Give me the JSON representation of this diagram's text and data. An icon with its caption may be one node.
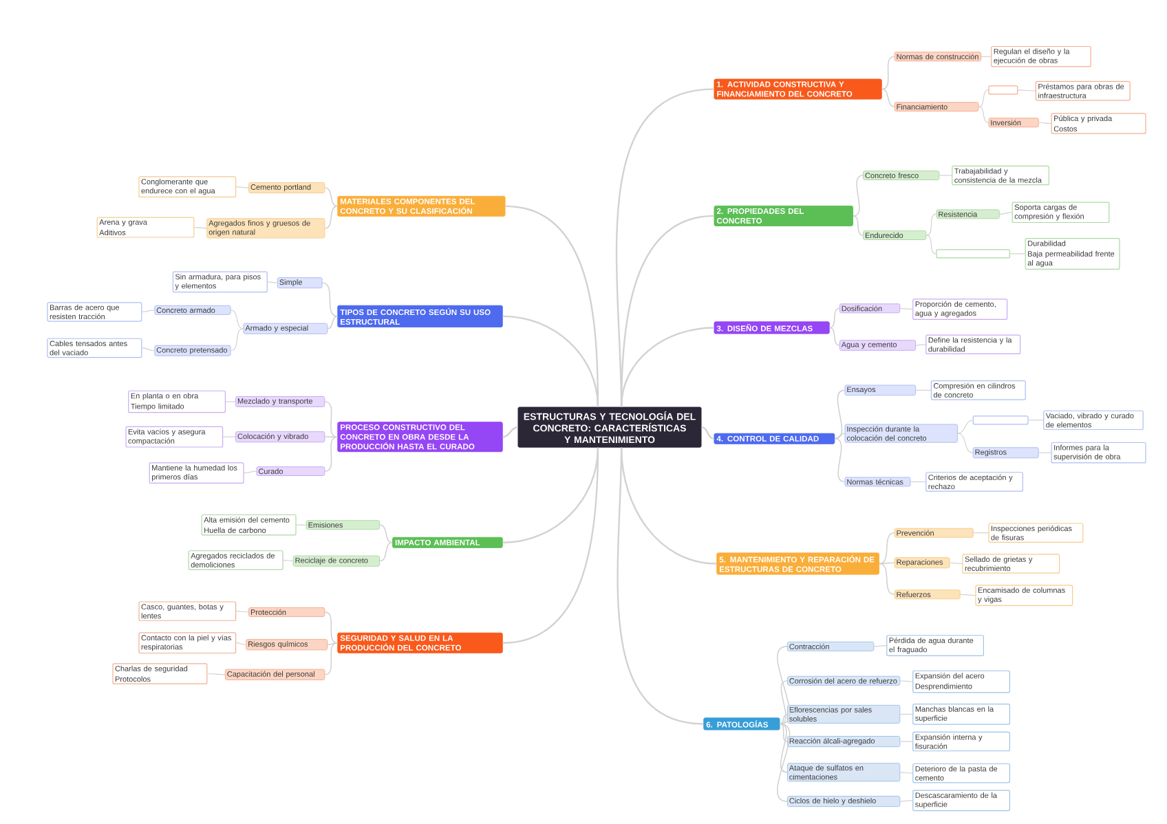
{
  "diagram": {
    "nodes": [
      {
        "text": [
          "ESTRUCTURAS Y TECNOLOGÍA DEL CONCRETO: CARACTERÍSTICAS Y MANTENIMIENTO"
        ]
      },
      {
        "text": [
          "1. ACTIVIDAD CONSTRUCTIVA Y FINANCIAMIENTO DEL CONCRETO"
        ]
      },
      {
        "text": [
          "Normas de construcción"
        ]
      },
      {
        "text": [
          "Regulan el diseño y la ejecución de obras"
        ]
      },
      {
        "text": [
          "Financiamiento"
        ]
      },
      {
        "text": [],
        "shape": "box"
      },
      {
        "text": [
          "Préstamos para obras de infraestructura"
        ]
      },
      {
        "text": [
          "Inversión"
        ]
      },
      {
        "text": [
          "Pública y privada",
          "Costos"
        ]
      },
      {
        "text": [
          "2. PROPIEDADES DEL CONCRETO"
        ]
      },
      {
        "text": [
          "Concreto fresco"
        ]
      },
      {
        "text": [
          "Trabajabilidad y consistencia de la mezcla"
        ]
      },
      {
        "text": [
          "Endurecido"
        ]
      },
      {
        "text": [
          "Resistencia"
        ]
      },
      {
        "text": [
          "Soporta cargas de compresión y flexión"
        ]
      },
      {
        "text": [],
        "shape": "box"
      },
      {
        "text": [
          "Durabilidad",
          "Baja permeabilidad frente al agua"
        ]
      },
      {
        "text": [
          "3. DISEÑO DE MEZCLAS"
        ]
      },
      {
        "text": [
          "Dosificación"
        ]
      },
      {
        "text": [
          "Proporción de cemento, agua y agregados"
        ]
      },
      {
        "text": [
          "Agua y cemento"
        ]
      },
      {
        "text": [
          "Define la resistencia y la durabilidad"
        ]
      },
      {
        "text": [
          "4. CONTROL DE CALIDAD"
        ]
      },
      {
        "text": [
          "Ensayos"
        ]
      },
      {
        "text": [
          "Compresión en cilindros de concreto"
        ]
      },
      {
        "text": [
          "Inspección durante la colocación del concreto"
        ]
      },
      {
        "text": [],
        "shape": "box"
      },
      {
        "text": [
          "Vaciado, vibrado y curado de elementos"
        ]
      },
      {
        "text": [
          "Registros"
        ]
      },
      {
        "text": [
          "Informes para la supervisión de obra"
        ]
      },
      {
        "text": [
          "Normas técnicas"
        ]
      },
      {
        "text": [
          "Criterios de aceptación y rechazo"
        ]
      },
      {
        "text": [
          "5. MANTENIMIENTO Y REPARACIÓN DE ESTRUCTURAS DE CONCRETO"
        ]
      },
      {
        "text": [
          "Prevención"
        ]
      },
      {
        "text": [
          "Inspecciones periódicas de fisuras"
        ]
      },
      {
        "text": [
          "Reparaciones"
        ]
      },
      {
        "text": [
          "Sellado de grietas y recubrimiento"
        ]
      },
      {
        "text": [
          "Refuerzos"
        ]
      },
      {
        "text": [
          "Encamisado de columnas y vigas"
        ]
      },
      {
        "text": [
          "6. PATOLOGÍAS"
        ]
      },
      {
        "text": [
          "Contracción"
        ]
      },
      {
        "text": [
          "Pérdida de agua durante el fraguado"
        ]
      },
      {
        "text": [
          "Corrosión del acero de refuerzo"
        ]
      },
      {
        "text": [
          "Expansión del acero",
          "Desprendimiento"
        ]
      },
      {
        "text": [
          "Eflorescencias por sales solubles"
        ]
      },
      {
        "text": [
          "Manchas blancas en la superficie"
        ]
      },
      {
        "text": [
          "Reacción álcali-agregado"
        ]
      },
      {
        "text": [
          "Expansión interna y fisuración"
        ]
      },
      {
        "text": [
          "Ataque de sulfatos en cimentaciones"
        ]
      },
      {
        "text": [
          "Deterioro de la pasta de cemento"
        ]
      },
      {
        "text": [
          "Ciclos de hielo y deshielo"
        ]
      },
      {
        "text": [
          "Descascaramiento de la superficie"
        ]
      },
      {
        "text": [
          "MATERIALES COMPONENTES DEL CONCRETO Y SU CLASIFICACIÓN"
        ]
      },
      {
        "text": [
          "Cemento portland"
        ]
      },
      {
        "text": [
          "Conglomerante que endurece con el agua"
        ]
      },
      {
        "text": [
          "Agregados finos y gruesos de origen natural"
        ]
      },
      {
        "text": [
          "Arena y grava",
          "Aditivos"
        ]
      },
      {
        "text": [
          "TIPOS DE CONCRETO SEGÚN SU USO ESTRUCTURAL"
        ]
      },
      {
        "text": [
          "Simple"
        ]
      },
      {
        "text": [
          "Sin armadura, para pisos y elementos"
        ]
      },
      {
        "text": [
          "Armado y especial"
        ]
      },
      {
        "text": [
          "Concreto armado"
        ]
      },
      {
        "text": [
          "Barras de acero que resisten tracción"
        ]
      },
      {
        "text": [
          "Concreto pretensado"
        ]
      },
      {
        "text": [
          "Cables tensados antes del vaciado"
        ]
      },
      {
        "text": [
          "PROCESO CONSTRUCTIVO DEL CONCRETO EN OBRA DESDE LA PRODUCCIÓN HASTA EL CURADO"
        ]
      },
      {
        "text": [
          "Mezclado y transporte"
        ]
      },
      {
        "text": [
          "En planta o en obra",
          "Tiempo limitado"
        ]
      },
      {
        "text": [
          "Colocación y vibrado"
        ]
      },
      {
        "text": [
          "Evita vacíos y asegura compactación"
        ]
      },
      {
        "text": [
          "Curado"
        ]
      },
      {
        "text": [
          "Mantiene la humedad los primeros días"
        ]
      },
      {
        "text": [
          "IMPACTO AMBIENTAL"
        ]
      },
      {
        "text": [
          "Emisiones"
        ]
      },
      {
        "text": [
          "Alta emisión del cemento",
          "Huella de carbono"
        ]
      },
      {
        "text": [
          "Reciclaje de concreto"
        ]
      },
      {
        "text": [
          "Agregados reciclados de demoliciones"
        ]
      },
      {
        "text": [
          "SEGURIDAD Y SALUD EN LA PRODUCCIÓN DEL CONCRETO"
        ]
      },
      {
        "text": [
          "Protección"
        ]
      },
      {
        "text": [
          "Casco, guantes, botas y lentes"
        ]
      },
      {
        "text": [
          "Riesgos químicos"
        ]
      },
      {
        "text": [
          "Contacto con la piel y vías respiratorias"
        ]
      },
      {
        "text": [
          "Capacitación del personal"
        ]
      },
      {
        "text": [
          "Charlas de seguridad",
          "Protocolos"
        ]
      }
    ],
    "edges": [
      {
        "from": 0,
        "to": 1,
        "arrow": "none"
      },
      {
        "from": 1,
        "to": 2,
        "arrow": "none"
      },
      {
        "from": 2,
        "to": 3,
        "arrow": "none"
      },
      {
        "from": 1,
        "to": 4,
        "arrow": "none"
      },
      {
        "from": 4,
        "to": 5,
        "arrow": "none"
      },
      {
        "from": 5,
        "to": 6,
        "arrow": "none"
      },
      {
        "from": 4,
        "to": 7,
        "arrow": "none"
      },
      {
        "from": 7,
        "to": 8,
        "arrow": "none"
      },
      {
        "from": 0,
        "to": 9,
        "arrow": "none"
      },
      {
        "from": 9,
        "to": 10,
        "arrow": "none"
      },
      {
        "from": 10,
        "to": 11,
        "arrow": "none"
      },
      {
        "from": 9,
        "to": 12,
        "arrow": "none"
      },
      {
        "from": 12,
        "to": 13,
        "arrow": "none"
      },
      {
        "from": 13,
        "to": 14,
        "arrow": "none"
      },
      {
        "from": 12,
        "to": 15,
        "arrow": "none"
      },
      {
        "from": 15,
        "to": 16,
        "arrow": "none"
      },
      {
        "from": 0,
        "to": 17,
        "arrow": "none"
      },
      {
        "from": 17,
        "to": 18,
        "arrow": "none"
      },
      {
        "from": 18,
        "to": 19,
        "arrow": "none"
      },
      {
        "from": 17,
        "to": 20,
        "arrow": "none"
      },
      {
        "from": 20,
        "to": 21,
        "arrow": "none"
      },
      {
        "from": 0,
        "to": 22,
        "arrow": "none"
      },
      {
        "from": 22,
        "to": 23,
        "arrow": "none"
      },
      {
        "from": 23,
        "to": 24,
        "arrow": "none"
      },
      {
        "from": 22,
        "to": 25,
        "arrow": "none"
      },
      {
        "from": 25,
        "to": 26,
        "arrow": "none"
      },
      {
        "from": 26,
        "to": 27,
        "arrow": "none"
      },
      {
        "from": 25,
        "to": 28,
        "arrow": "none"
      },
      {
        "from": 28,
        "to": 29,
        "arrow": "none"
      },
      {
        "from": 22,
        "to": 30,
        "arrow": "none"
      },
      {
        "from": 30,
        "to": 31,
        "arrow": "none"
      },
      {
        "from": 0,
        "to": 32,
        "arrow": "none"
      },
      {
        "from": 32,
        "to": 33,
        "arrow": "none"
      },
      {
        "from": 33,
        "to": 34,
        "arrow": "none"
      },
      {
        "from": 32,
        "to": 35,
        "arrow": "none"
      },
      {
        "from": 35,
        "to": 36,
        "arrow": "none"
      },
      {
        "from": 32,
        "to": 37,
        "arrow": "none"
      },
      {
        "from": 37,
        "to": 38,
        "arrow": "none"
      },
      {
        "from": 0,
        "to": 39,
        "arrow": "none"
      },
      {
        "from": 39,
        "to": 40,
        "arrow": "none"
      },
      {
        "from": 40,
        "to": 41,
        "arrow": "none"
      },
      {
        "from": 39,
        "to": 42,
        "arrow": "none"
      },
      {
        "from": 42,
        "to": 43,
        "arrow": "none"
      },
      {
        "from": 39,
        "to": 44,
        "arrow": "none"
      },
      {
        "from": 44,
        "to": 45,
        "arrow": "none"
      },
      {
        "from": 39,
        "to": 46,
        "arrow": "none"
      },
      {
        "from": 46,
        "to": 47,
        "arrow": "none"
      },
      {
        "from": 39,
        "to": 48,
        "arrow": "none"
      },
      {
        "from": 48,
        "to": 49,
        "arrow": "none"
      },
      {
        "from": 39,
        "to": 50,
        "arrow": "none"
      },
      {
        "from": 50,
        "to": 51,
        "arrow": "none"
      },
      {
        "from": 0,
        "to": 52,
        "arrow": "none"
      },
      {
        "from": 52,
        "to": 53,
        "arrow": "none"
      },
      {
        "from": 53,
        "to": 54,
        "arrow": "none"
      },
      {
        "from": 52,
        "to": 55,
        "arrow": "none"
      },
      {
        "from": 55,
        "to": 56,
        "arrow": "none"
      },
      {
        "from": 0,
        "to": 57,
        "arrow": "none"
      },
      {
        "from": 57,
        "to": 58,
        "arrow": "none"
      },
      {
        "from": 58,
        "to": 59,
        "arrow": "none"
      },
      {
        "from": 57,
        "to": 60,
        "arrow": "none"
      },
      {
        "from": 60,
        "to": 61,
        "arrow": "none"
      },
      {
        "from": 61,
        "to": 62,
        "arrow": "none"
      },
      {
        "from": 60,
        "to": 63,
        "arrow": "none"
      },
      {
        "from": 63,
        "to": 64,
        "arrow": "none"
      },
      {
        "from": 0,
        "to": 65,
        "arrow": "none"
      },
      {
        "from": 65,
        "to": 66,
        "arrow": "none"
      },
      {
        "from": 66,
        "to": 67,
        "arrow": "none"
      },
      {
        "from": 65,
        "to": 68,
        "arrow": "none"
      },
      {
        "from": 68,
        "to": 69,
        "arrow": "none"
      },
      {
        "from": 65,
        "to": 70,
        "arrow": "none"
      },
      {
        "from": 70,
        "to": 71,
        "arrow": "none"
      },
      {
        "from": 0,
        "to": 72,
        "arrow": "none"
      },
      {
        "from": 72,
        "to": 73,
        "arrow": "none"
      },
      {
        "from": 73,
        "to": 74,
        "arrow": "none"
      },
      {
        "from": 72,
        "to": 75,
        "arrow": "none"
      },
      {
        "from": 75,
        "to": 76,
        "arrow": "none"
      },
      {
        "from": 0,
        "to": 77,
        "arrow": "none"
      },
      {
        "from": 77,
        "to": 78,
        "arrow": "none"
      },
      {
        "from": 78,
        "to": 79,
        "arrow": "none"
      },
      {
        "from": 77,
        "to": 80,
        "arrow": "none"
      },
      {
        "from": 80,
        "to": 81,
        "arrow": "none"
      },
      {
        "from": 77,
        "to": 82,
        "arrow": "none"
      },
      {
        "from": 82,
        "to": 83,
        "arrow": "none"
      }
    ]
  }
}
